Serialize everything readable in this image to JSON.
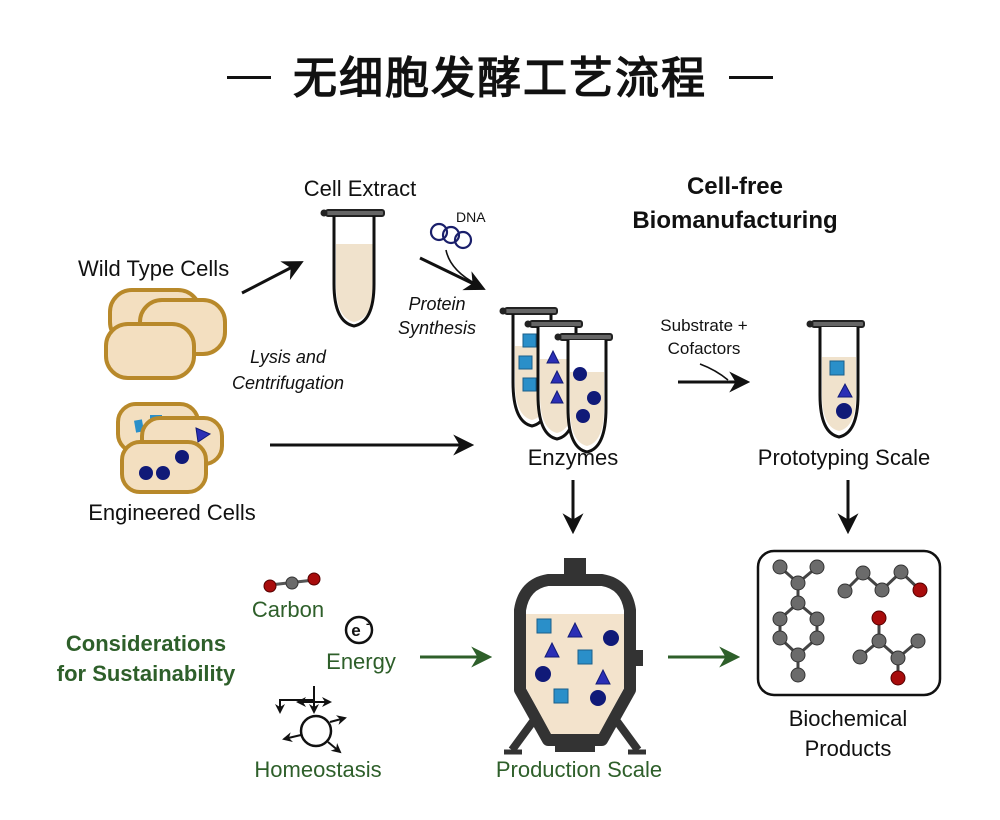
{
  "title": "无细胞发酵工艺流程",
  "heading": {
    "line1": "Cell-free",
    "line2": "Biomanufacturing"
  },
  "labels": {
    "cell_extract": "Cell Extract",
    "wild_type_cells": "Wild Type Cells",
    "lysis_line1": "Lysis and",
    "lysis_line2": "Centrifugation",
    "dna": "DNA",
    "protein_line1": "Protein",
    "protein_line2": "Synthesis",
    "engineered_cells": "Engineered Cells",
    "enzymes": "Enzymes",
    "substrate_line1": "Substrate +",
    "substrate_line2": "Cofactors",
    "prototyping_scale": "Prototyping Scale",
    "production_scale": "Production Scale",
    "products_line1": "Biochemical",
    "products_line2": "Products"
  },
  "sustainability": {
    "heading_line1": "Considerations",
    "heading_line2": "for Sustainability",
    "carbon": "Carbon",
    "energy": "Energy",
    "electron_symbol": "e",
    "homeostasis": "Homeostasis"
  },
  "colors": {
    "cell_fill": "#f3dfc0",
    "cell_stroke": "#b8892a",
    "liquid": "#f0e2cc",
    "square": "#2a8fc9",
    "triangle": "#2b2fb5",
    "circle": "#101a78",
    "green": "#2e5f2a",
    "atom_gray": "#6b6b6b",
    "atom_red": "#a80c0c",
    "vessel": "#333333"
  }
}
